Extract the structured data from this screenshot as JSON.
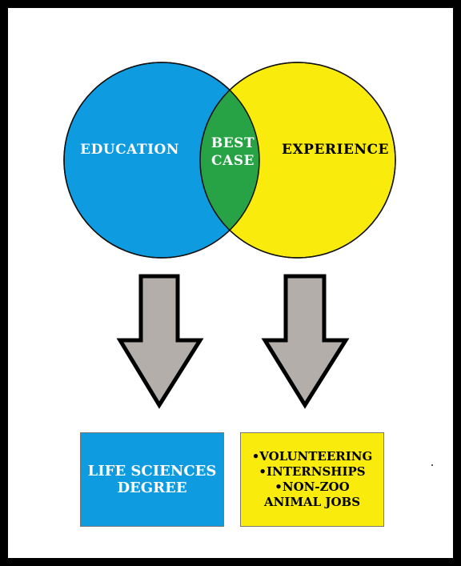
{
  "venn": {
    "left_label": "EDUCATION",
    "center_label_line1": "BEST",
    "center_label_line2": "CASE",
    "right_label": "EXPERIENCE"
  },
  "boxes": {
    "left_lines": [
      "LIFE SCIENCES",
      "DEGREE"
    ],
    "right_lines": [
      "•VOLUNTEERING",
      "•INTERNSHIPS",
      "•NON-ZOO",
      "ANIMAL JOBS"
    ]
  },
  "colors": {
    "blue": "#0f9be0",
    "yellow": "#f9eb0c",
    "green": "#27a244",
    "arrow": "#b3aeaa"
  }
}
